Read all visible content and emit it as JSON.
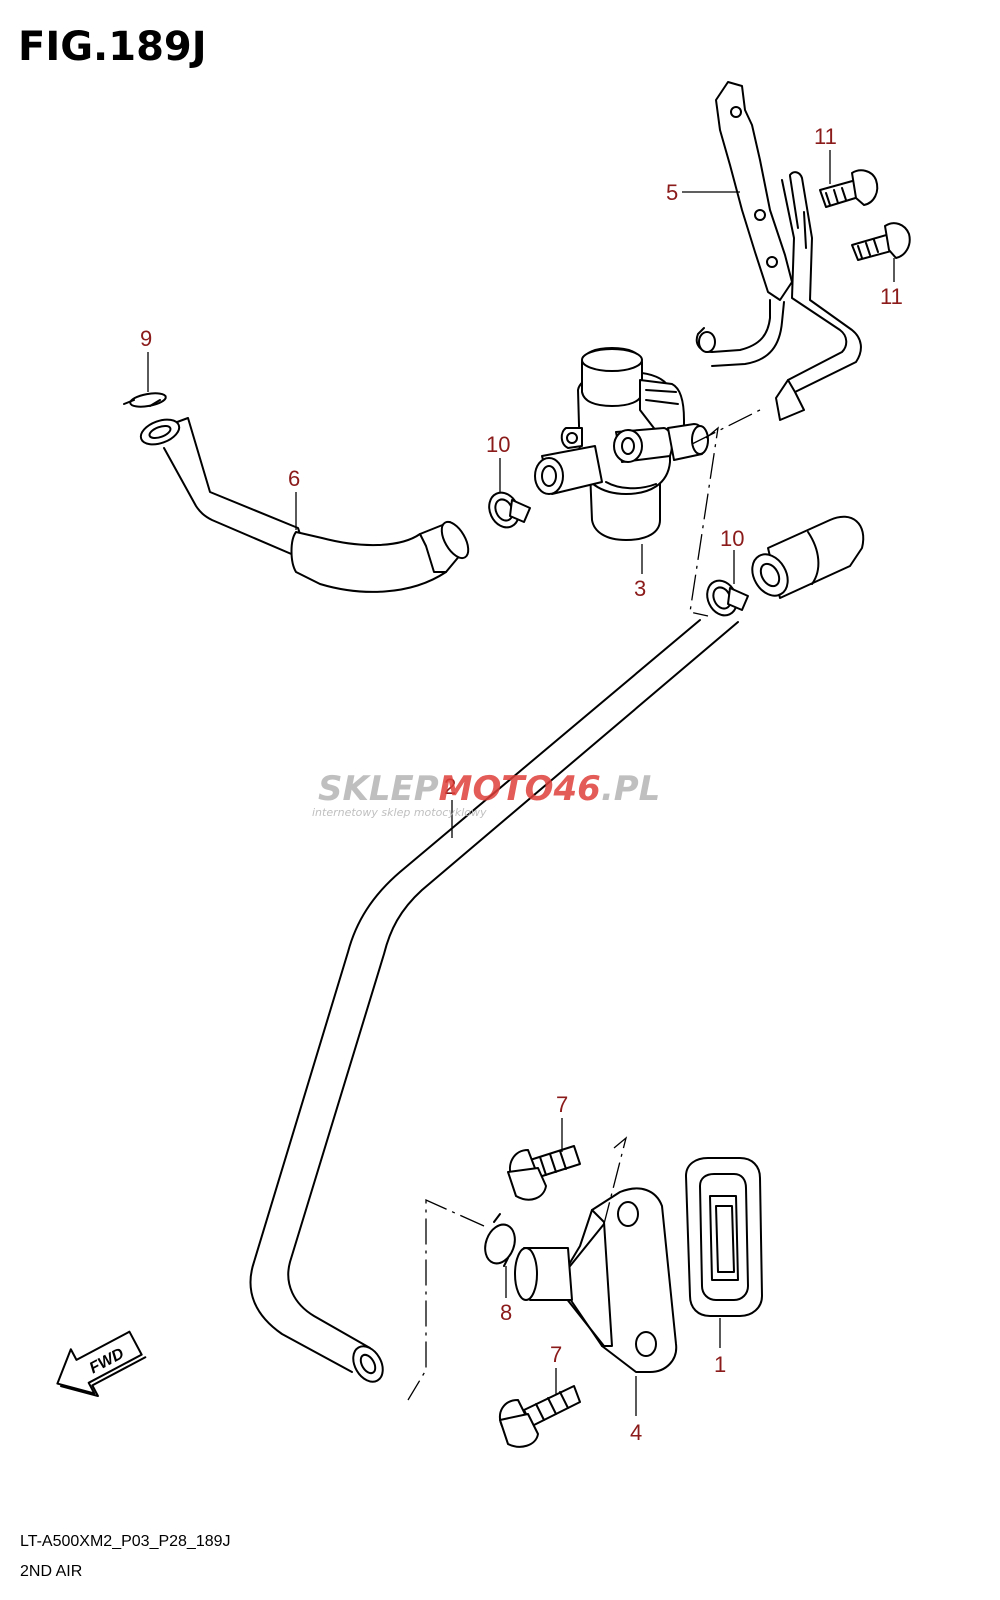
{
  "figure": {
    "title": "FIG.189J",
    "code": "LT-A500XM2_P03_P28_189J",
    "name": "2ND AIR"
  },
  "watermark": {
    "prefix": "SKLEP",
    "highlight": "MOTO",
    "number": "46",
    "suffix": ".PL",
    "tagline": "internetowy sklep motocyklowy",
    "colors": {
      "gray": "#b5b5b5",
      "red": "#e0403a"
    }
  },
  "callouts": {
    "c1": "1",
    "c2": "2",
    "c3": "3",
    "c4": "4",
    "c5": "5",
    "c6": "6",
    "c7a": "7",
    "c7b": "7",
    "c8": "8",
    "c9": "9",
    "c10a": "10",
    "c10b": "10",
    "c11a": "11",
    "c11b": "11"
  },
  "fwd_label": "FWD",
  "colors": {
    "callout": "#8b1a1a",
    "line": "#000000"
  }
}
